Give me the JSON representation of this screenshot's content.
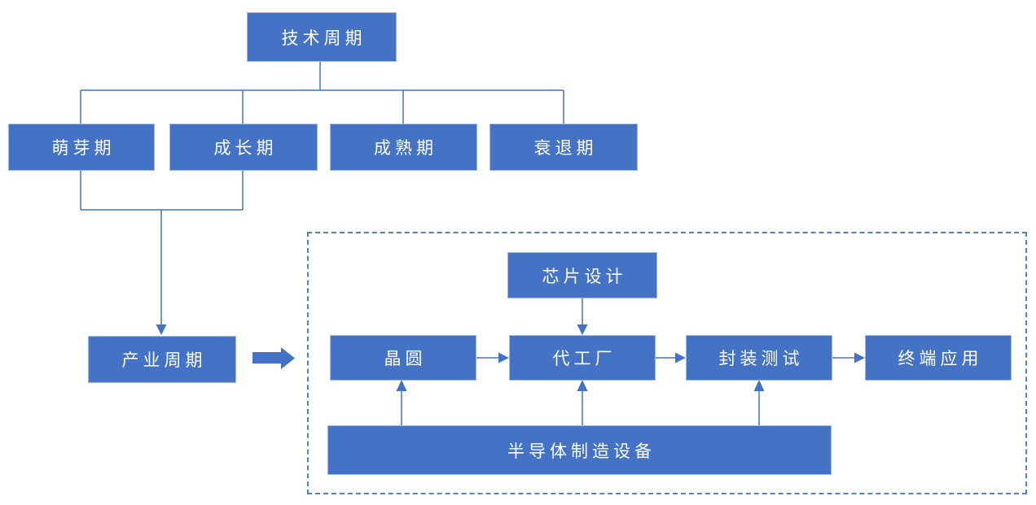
{
  "diagram": {
    "nodes": {
      "tech_cycle": "技术周期",
      "stage_sprout": "萌芽期",
      "stage_growth": "成长期",
      "stage_mature": "成熟期",
      "stage_decline": "衰退期",
      "industry_cycle": "产业周期",
      "chip_design": "芯片设计",
      "wafer": "晶圆",
      "foundry": "代工厂",
      "packaging_testing": "封装测试",
      "terminal_application": "终端应用",
      "semi_equipment": "半导体制造设备"
    },
    "colors": {
      "box-fill": "#4472C4",
      "box-border": "#9db9e4",
      "box-text": "#ffffff",
      "connector": "#4472C4",
      "dashed-border": "#4a82d8",
      "background": "#ffffff"
    }
  }
}
